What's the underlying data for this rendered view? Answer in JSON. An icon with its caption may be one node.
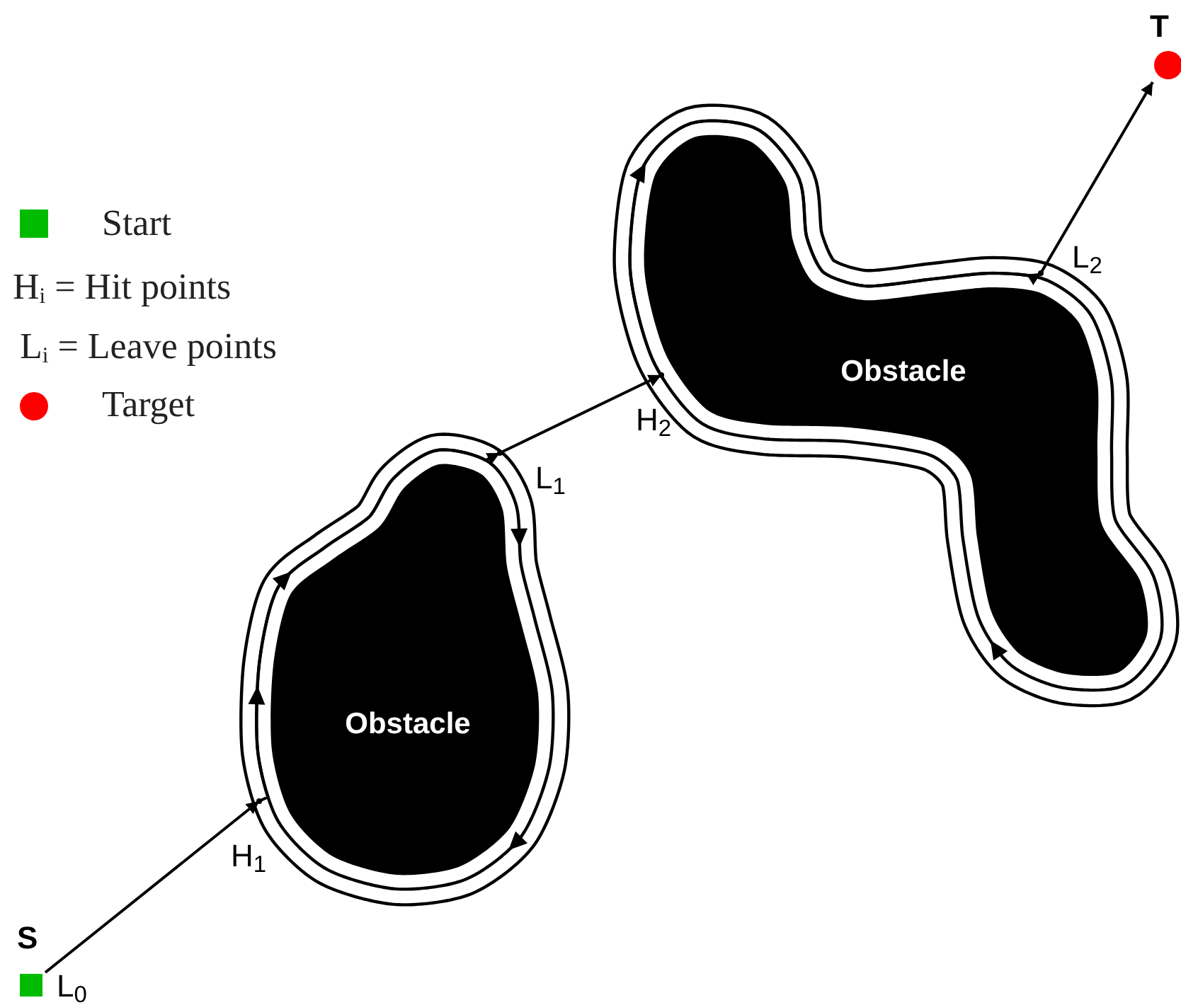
{
  "diagram": {
    "nodes": [
      {
        "text": [
          "S"
        ],
        "beside": [
          "L$_{0}$"
        ]
      },
      {
        "text": [
          "H$_{1}$"
        ]
      },
      {
        "text": [
          "Obstacle"
        ]
      },
      {
        "text": [
          "L$_{1}$"
        ]
      },
      {
        "text": [
          "H$_{2}$"
        ]
      },
      {
        "text": [
          "Obstacle"
        ]
      },
      {
        "text": [
          "L$_{2}$"
        ]
      },
      {
        "text": [
          "T"
        ]
      }
    ],
    "edges": [
      {
        "from": 0,
        "to": 1,
        "arrow": "to"
      },
      {
        "from": 1,
        "to": 3,
        "arrow": "to"
      },
      {
        "from": 3,
        "to": 4,
        "arrow": "to"
      },
      {
        "from": 4,
        "to": 6,
        "arrow": "to"
      },
      {
        "from": 6,
        "to": 7,
        "arrow": "to"
      }
    ],
    "legend": [
      {
        "text": "Start",
        "color": "#00bb00"
      },
      {
        "text": "H$_{i}$ = Hit points"
      },
      {
        "text": "L$_{i}$ = Leave points"
      },
      {
        "text": "Target",
        "color": "#ff0000"
      }
    ]
  }
}
